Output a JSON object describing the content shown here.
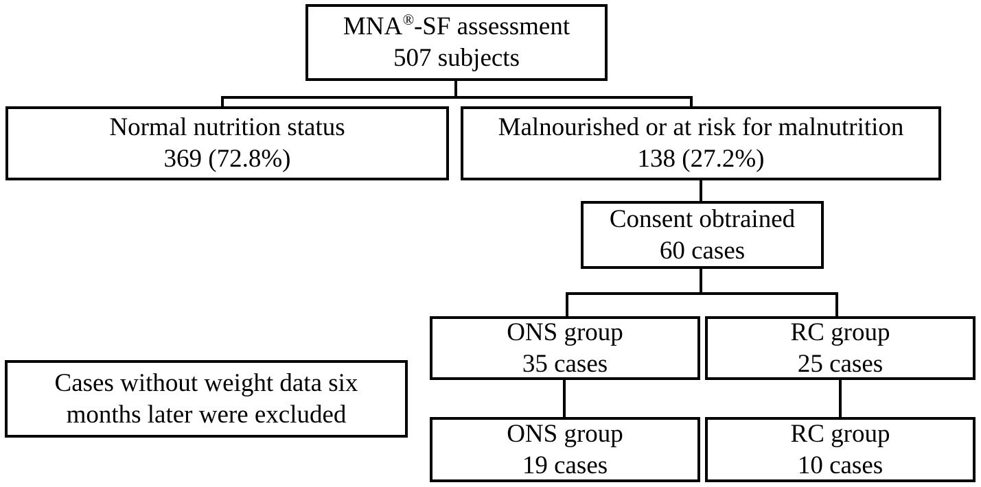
{
  "diagram": {
    "assessment": {
      "line1_a": "MNA",
      "line1_sup": "®",
      "line1_b": "-SF assessment",
      "line2": "507 subjects"
    },
    "normal": {
      "line1": "Normal nutrition status",
      "line2": "369 (72.8%)"
    },
    "malnourished": {
      "line1": "Malnourished or at risk for malnutrition",
      "line2": "138 (27.2%)"
    },
    "consent": {
      "line1": "Consent obtrained",
      "line2": "60 cases"
    },
    "ons_initial": {
      "line1": "ONS group",
      "line2": "35 cases"
    },
    "rc_initial": {
      "line1": "RC group",
      "line2": "25 cases"
    },
    "exclusion": {
      "line1": "Cases without weight data six",
      "line2": "months later were excluded"
    },
    "ons_final": {
      "line1": "ONS group",
      "line2": "19 cases"
    },
    "rc_final": {
      "line1": "RC group",
      "line2": "10 cases"
    }
  }
}
